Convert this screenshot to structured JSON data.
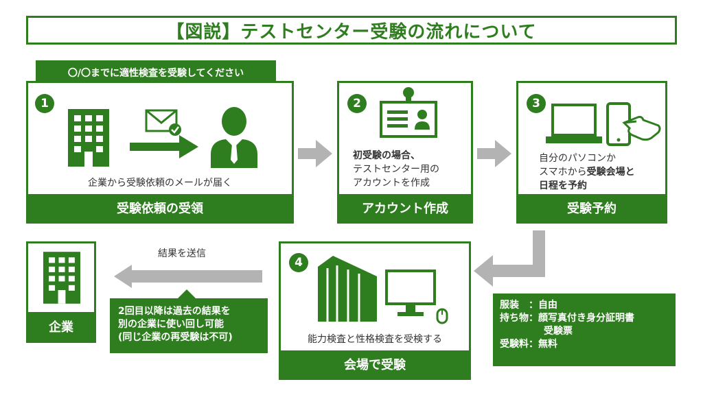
{
  "title": "【図説】テストセンター受験の流れについて",
  "callout_top": "〇/〇までに適性検査を受験してください",
  "steps": [
    {
      "num": "1",
      "desc": "企業から受験依頼のメールが届く",
      "footer": "受験依頼の受領"
    },
    {
      "num": "2",
      "desc_bold": "初受験の場合、",
      "desc_line2": "テストセンター用の",
      "desc_line3": "アカウントを作成",
      "footer": "アカウント作成"
    },
    {
      "num": "3",
      "desc_line1": "自分のパソコンか",
      "desc_line2_plain": "スマホから",
      "desc_line2_bold": "受験会場と",
      "desc_line3_bold": "日程を予約",
      "footer": "受験予約"
    },
    {
      "num": "4",
      "desc": "能力検査と性格検査を受検する",
      "footer": "会場で受験"
    }
  ],
  "company": {
    "footer": "企業"
  },
  "result_label": "結果を送信",
  "reuse_note": [
    "2回目以降は過去の結果を",
    "別の企業に使い回し可能",
    "(同じ企業の再受験は不可)"
  ],
  "items_note": {
    "line1": "服装　：自由",
    "line2": "持ち物：顔写真付き身分証明書",
    "line3": "受験票",
    "line4": "受験料：無料"
  },
  "colors": {
    "primary": "#2e7d1e",
    "arrow": "#b3b3b3"
  }
}
